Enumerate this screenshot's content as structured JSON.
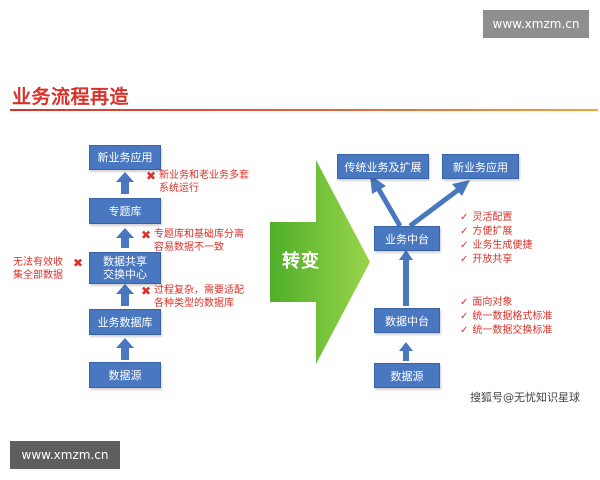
{
  "watermark_top": "www.xmzm.cn",
  "watermark_bottom": "www.xmzm.cn",
  "title": "业务流程再造",
  "transform_label": "转变",
  "credit": "搜狐号@无忧知识星球",
  "left": {
    "boxes": {
      "new_app": "新业务应用",
      "topic_db": "专题库",
      "share_l1": "数据共享",
      "share_l2": "交换中心",
      "business_db": "业务数据库",
      "source": "数据源"
    },
    "notes": {
      "n1_l1": "新业务和老业务多套",
      "n1_l2": "系统运行",
      "n2_l1": "专题库和基础库分离",
      "n2_l2": "容易数据不一致",
      "n3_l1": "过程复杂，需要适配",
      "n3_l2": "各种类型的数据库",
      "side_l1": "无法有效收",
      "side_l2": "集全部数据"
    },
    "cross_symbol": "✖"
  },
  "right": {
    "boxes": {
      "traditional": "传统业务及扩展",
      "new_app": "新业务应用",
      "business_center": "业务中台",
      "data_center": "数据中台",
      "source": "数据源"
    },
    "check_symbol": "✓",
    "business_points": [
      "灵活配置",
      "方便扩展",
      "业务生成便捷",
      "开放共享"
    ],
    "data_points": [
      "面向对象",
      "统一数据格式标准",
      "统一数据交换标准"
    ]
  },
  "colors": {
    "box_fill": "#4a78c0",
    "arrow_blue": "#4a78c0",
    "red": "#d8322a",
    "green_arrow": "#7cc12e"
  }
}
